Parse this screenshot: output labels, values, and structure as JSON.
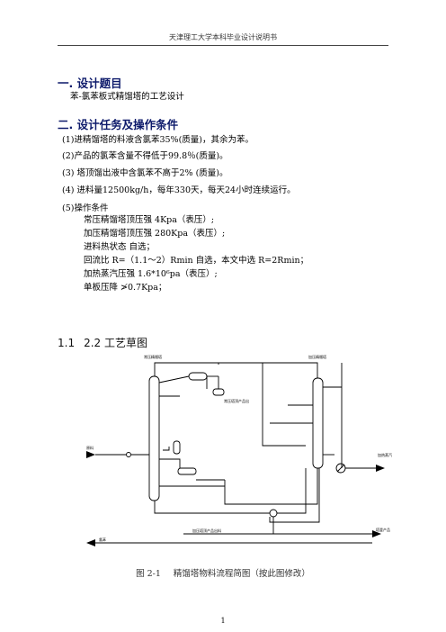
{
  "header": "天津理工大学本科毕业设计说明书",
  "section1": {
    "title": "一. 设计题目",
    "body": "苯-氯苯板式精馏塔的工艺设计"
  },
  "section2": {
    "title": "二. 设计任务及操作条件",
    "items": [
      "(1)进精馏塔的料液含氯苯35%(质量)，其余为苯。",
      "(2)产品的氯苯含量不得低于99.8％(质量)。",
      "(3) 塔顶馏出液中含氯苯不高于2% (质量)。",
      "(4) 进料量12500kg/h，每年330天，每天24小时连续运行。",
      "(5)操作条件"
    ],
    "conditions": [
      "常压精馏塔顶压强    4Kpa（表压）;",
      "加压精馏塔顶压强    280Kpa（表压）;",
      "进料热状态    自选；",
      "回流比    R=（1.1～2）Rmin 自选，本文中选 R=2Rmin；",
      "加热蒸汽压强        1.6*10⁶pa（表压）;",
      "单板压降    ≯0.7Kpa；"
    ]
  },
  "section3": {
    "num": "1.1",
    "title": "2.2 工艺草图"
  },
  "diagram": {
    "label_left_top": "常压精馏塔",
    "label_right_top": "加压精馏塔",
    "label_mid": "常压塔顶产品出",
    "label_feed": "原料",
    "label_steam": "加热蒸汽",
    "label_bottom_mid": "加压塔顶产品出料",
    "label_bottom_left": "氯苯",
    "label_bottom_right": "塔釜产品"
  },
  "caption": {
    "num": "图 2-1",
    "text": "精馏塔物料流程简图（按此图修改）"
  },
  "page_number": "1"
}
